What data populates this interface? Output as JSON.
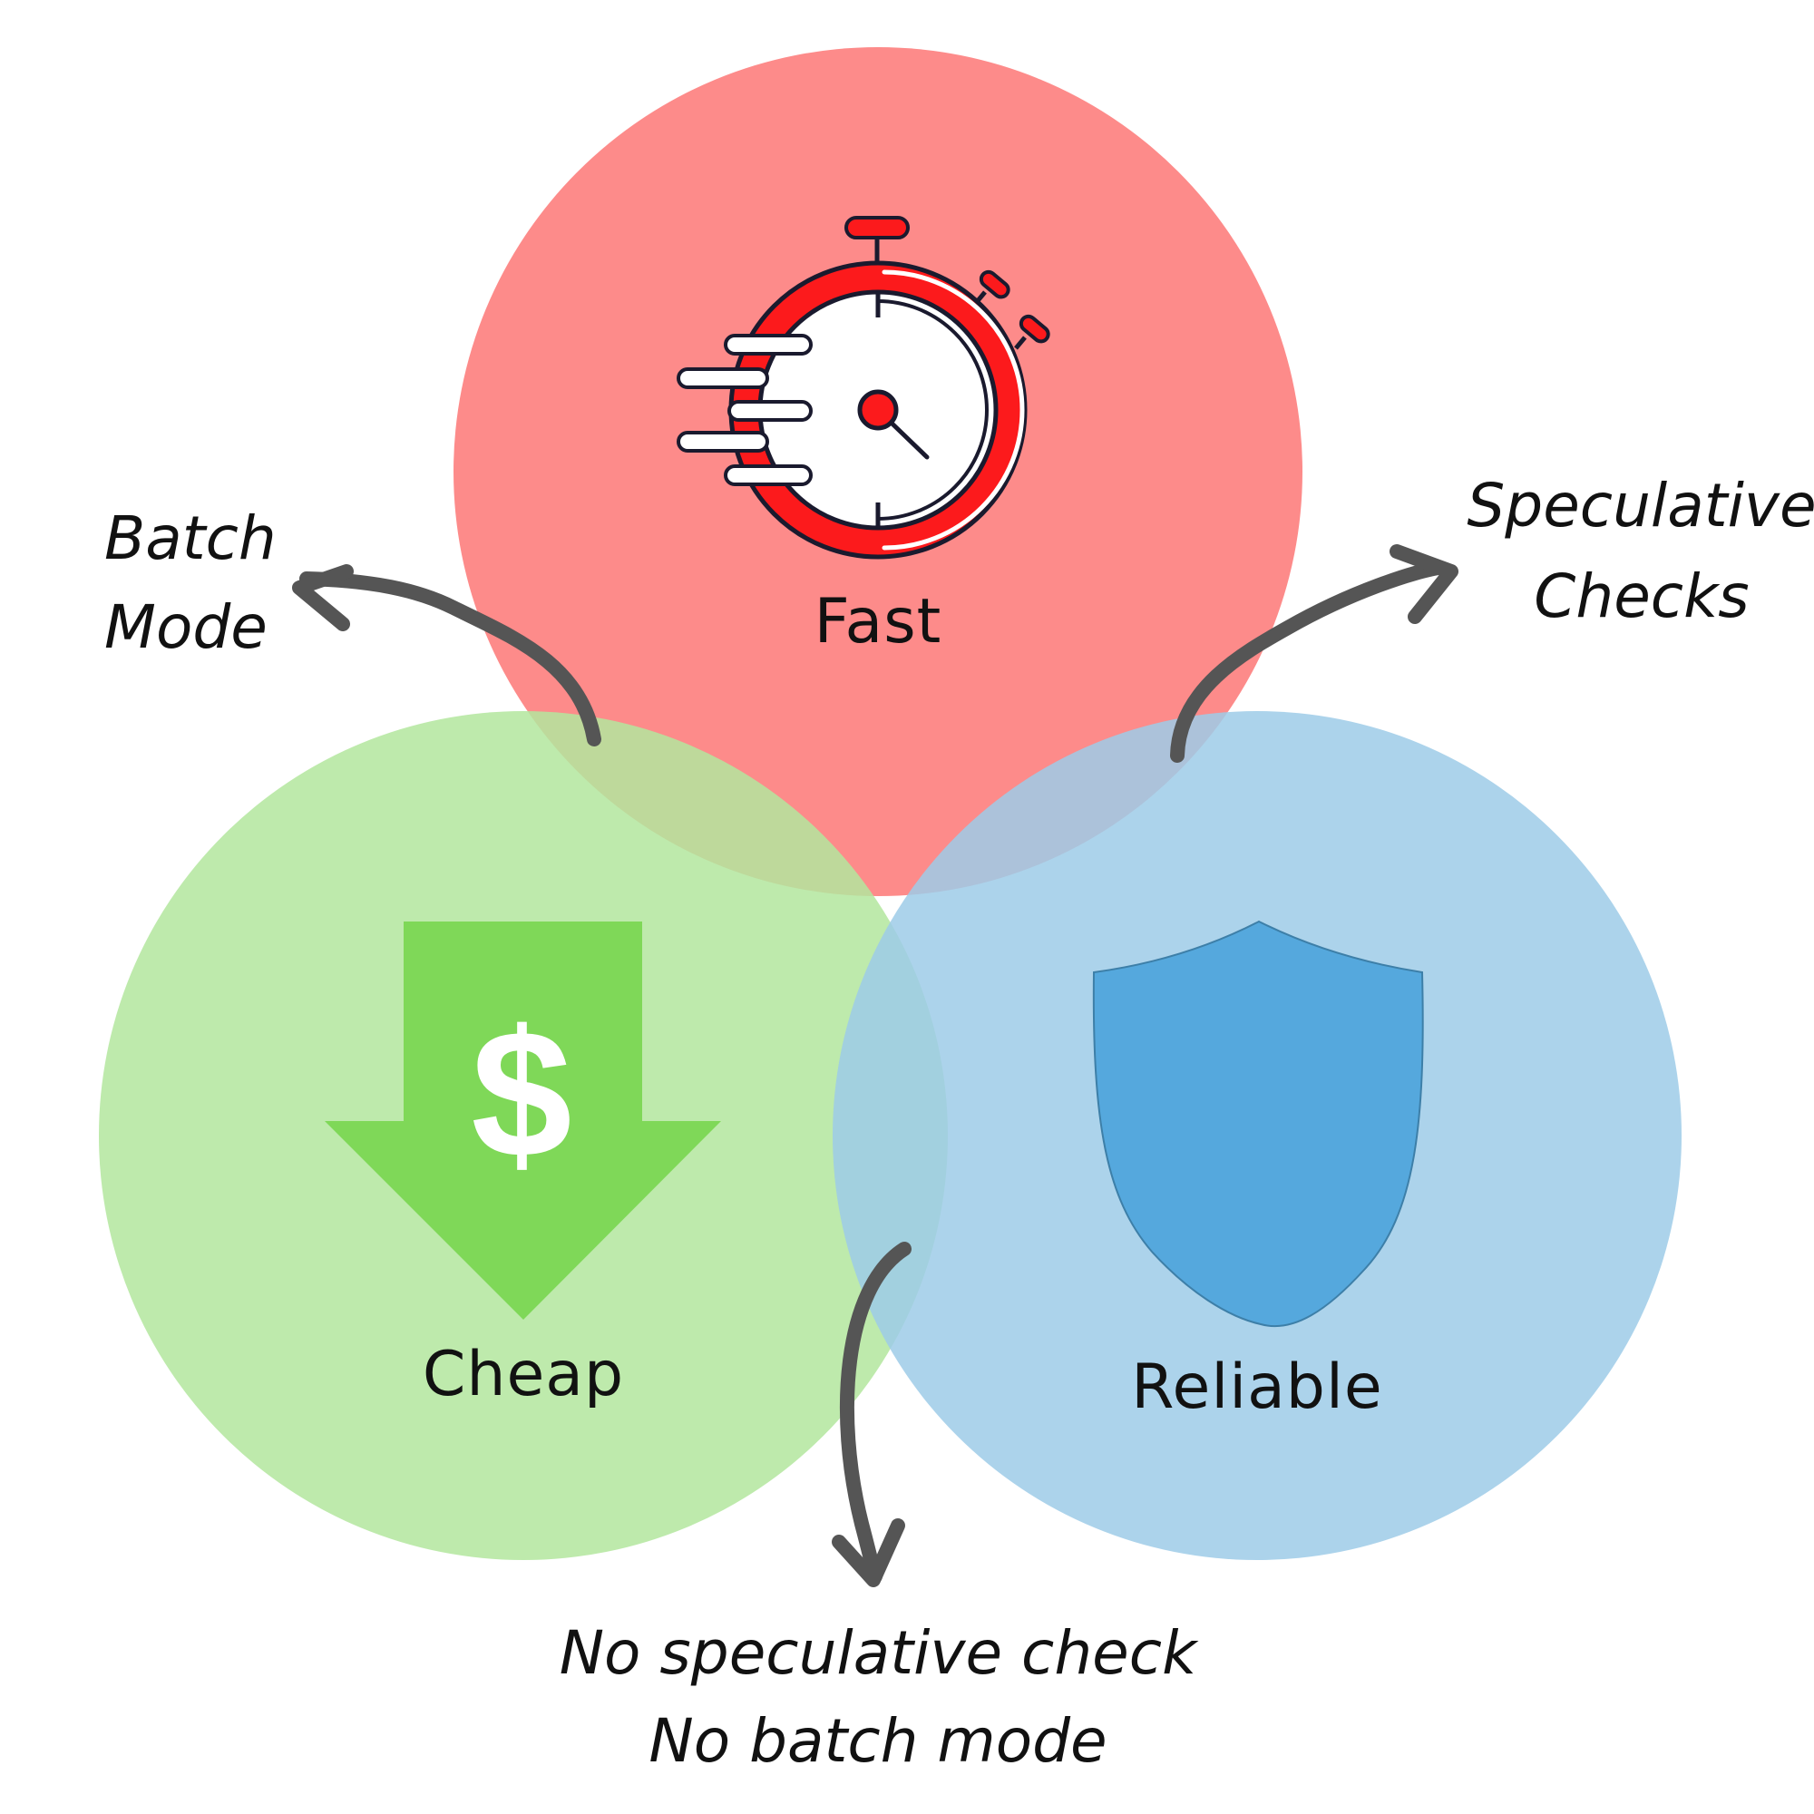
{
  "circles": {
    "fast": {
      "label": "Fast",
      "color": "#fc7270",
      "icon": "stopwatch-icon"
    },
    "cheap": {
      "label": "Cheap",
      "color": "#b3e69e",
      "icon": "dollar-down-arrow-icon"
    },
    "reliable": {
      "label": "Reliable",
      "color": "#9ecbe8",
      "icon": "shield-icon"
    }
  },
  "annotations": {
    "batch_mode": {
      "line1": "Batch",
      "line2": "Mode"
    },
    "speculative_checks": {
      "line1": "Speculative",
      "line2": "Checks"
    },
    "neither": {
      "line1": "No speculative check",
      "line2": "No batch mode"
    }
  },
  "colors": {
    "arrow": "#555555",
    "stopwatch_red": "#fc1a1c",
    "dollar_green": "#7fd858",
    "shield_blue": "#55a8dd"
  }
}
